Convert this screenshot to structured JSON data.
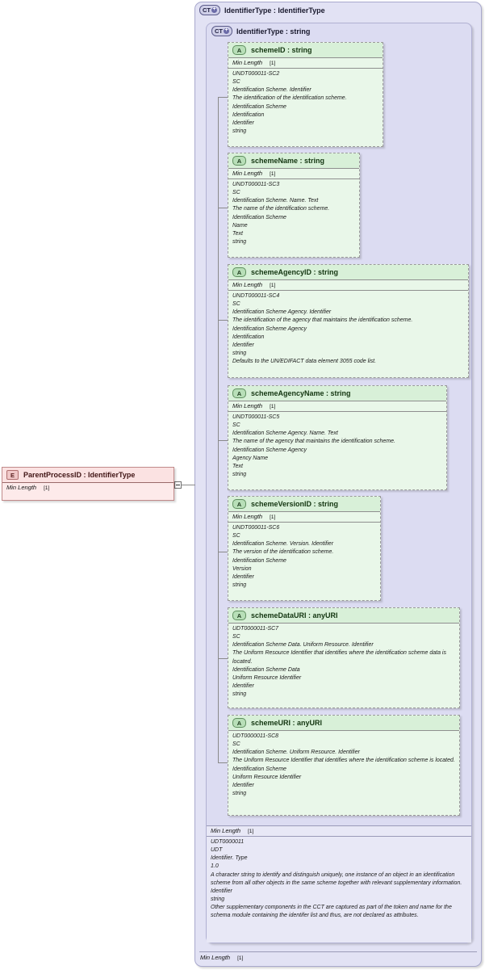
{
  "diagram": {
    "kind": "xsd-schema-diagram",
    "colors": {
      "container_fill": "#e2e2f4",
      "container_border": "#a8a8cc",
      "attribute_fill": "#e9f7e9",
      "attribute_border": "#9a9a9a",
      "element_fill": "#fdeaea",
      "element_border": "#c08a8a",
      "connector": "#8a8a8a"
    }
  },
  "element": {
    "icon": "element-icon",
    "icon_label": "E",
    "title": "ParentProcessID : IdentifierType",
    "facet": {
      "name": "Min Length",
      "value": "[1]"
    }
  },
  "outer_type": {
    "icon": "complextype-icon",
    "icon_label": "CT",
    "title": "IdentifierType : IdentifierType",
    "bottom_facet": {
      "name": "Min Length",
      "value": "[1]"
    }
  },
  "inner_type": {
    "icon": "complextype-icon",
    "icon_label": "CT",
    "title": "IdentifierType : string",
    "facet": {
      "name": "Min Length",
      "value": "[1]"
    },
    "documentation": [
      "UDT0000011",
      "UDT",
      "Identifier. Type",
      "1.0",
      "A character string to identify and distinguish uniquely, one instance of an object in an identification scheme from all other objects in the same scheme together with relevant supplementary information.",
      "Identifier",
      "string",
      "Other supplementary components in the CCT are captured as part of the token and name for the schema module containing the identifer list and thus, are not declared as attributes."
    ]
  },
  "attributes": [
    {
      "icon": "attribute-icon",
      "icon_label": "A",
      "title": "schemeID : string",
      "facet": {
        "name": "Min Length",
        "value": "[1]"
      },
      "documentation": [
        "UNDT000011-SC2",
        "SC",
        "Identification Scheme. Identifier",
        "The identification of the identification scheme.",
        "Identification Scheme",
        "Identification",
        "Identifier",
        "string"
      ]
    },
    {
      "icon": "attribute-icon",
      "icon_label": "A",
      "title": "schemeName : string",
      "facet": {
        "name": "Min Length",
        "value": "[1]"
      },
      "documentation": [
        "UNDT000011-SC3",
        "SC",
        "Identification Scheme. Name. Text",
        "The name of the identification scheme.",
        "Identification Scheme",
        "Name",
        "Text",
        "string"
      ]
    },
    {
      "icon": "attribute-icon",
      "icon_label": "A",
      "title": "schemeAgencyID : string",
      "facet": {
        "name": "Min Length",
        "value": "[1]"
      },
      "documentation": [
        "UNDT000011-SC4",
        "SC",
        "Identification Scheme Agency. Identifier",
        "The identification of the agency that maintains the identification scheme.",
        "Identification Scheme Agency",
        "Identification",
        "Identifier",
        "string",
        "Defaults to the UN/EDIFACT data element 3055 code list."
      ]
    },
    {
      "icon": "attribute-icon",
      "icon_label": "A",
      "title": "schemeAgencyName : string",
      "facet": {
        "name": "Min Length",
        "value": "[1]"
      },
      "documentation": [
        "UNDT000011-SC5",
        "SC",
        "Identification Scheme Agency. Name. Text",
        "The name of the agency that maintains the identification scheme.",
        "Identification Scheme Agency",
        "Agency Name",
        "Text",
        "string"
      ]
    },
    {
      "icon": "attribute-icon",
      "icon_label": "A",
      "title": "schemeVersionID : string",
      "facet": {
        "name": "Min Length",
        "value": "[1]"
      },
      "documentation": [
        "UNDT000011-SC6",
        "SC",
        "Identification Scheme. Version. Identifier",
        "The version of the identification scheme.",
        "Identification Scheme",
        "Version",
        "Identifier",
        "string"
      ]
    },
    {
      "icon": "attribute-icon",
      "icon_label": "A",
      "title": "schemeDataURI : anyURI",
      "facet": null,
      "documentation": [
        "UDT0000011-SC7",
        "SC",
        "Identification Scheme Data. Uniform Resource. Identifier",
        "The Uniform Resource Identifier that identifies where the identification scheme data is located.",
        "Identification Scheme Data",
        "Uniform Resource Identifier",
        "Identifier",
        "string"
      ]
    },
    {
      "icon": "attribute-icon",
      "icon_label": "A",
      "title": "schemeURI : anyURI",
      "facet": null,
      "documentation": [
        "UDT0000011-SC8",
        "SC",
        "Identification Scheme. Uniform Resource. Identifier",
        "The Uniform Resource Identifier that identifies where the identification scheme is located.",
        "Identification Scheme",
        "Uniform Resource Identifier",
        "Identifier",
        "string"
      ]
    }
  ]
}
